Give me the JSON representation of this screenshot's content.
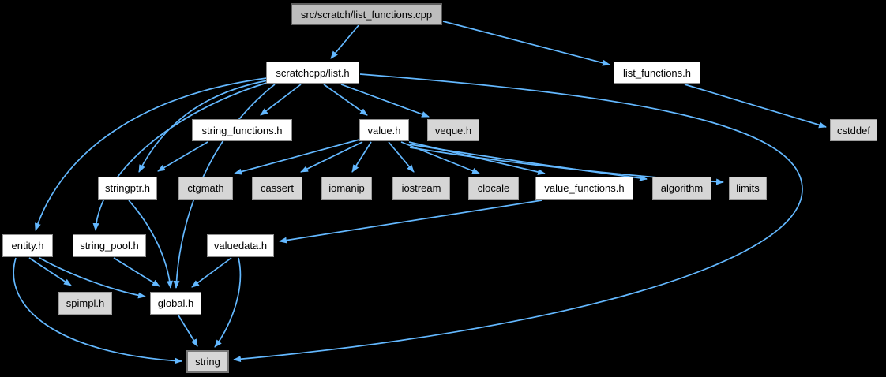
{
  "diagram": {
    "kind": "include-dependency-graph",
    "background_color": "#000000",
    "edge_color": "#63b8ff",
    "node_styles": {
      "root": {
        "fill": "#bdbdbd",
        "border": "#5e5e5e",
        "text": "#000000"
      },
      "internal": {
        "fill": "#ffffff",
        "border": "#8f8f8f",
        "text": "#000000"
      },
      "external": {
        "fill": "#d6d6d6",
        "border": "#9c9c9c",
        "text": "#000000"
      }
    },
    "nodes": [
      {
        "id": "cpp",
        "label": "src/scratch/list_functions.cpp",
        "type": "root"
      },
      {
        "id": "list_h",
        "label": "scratchcpp/list.h",
        "type": "internal"
      },
      {
        "id": "list_functions_h",
        "label": "list_functions.h",
        "type": "internal"
      },
      {
        "id": "cstddef",
        "label": "cstddef",
        "type": "external"
      },
      {
        "id": "string_functions_h",
        "label": "string_functions.h",
        "type": "internal"
      },
      {
        "id": "value_h",
        "label": "value.h",
        "type": "internal"
      },
      {
        "id": "veque_h",
        "label": "veque.h",
        "type": "external"
      },
      {
        "id": "stringptr_h",
        "label": "stringptr.h",
        "type": "internal"
      },
      {
        "id": "ctgmath",
        "label": "ctgmath",
        "type": "external"
      },
      {
        "id": "cassert",
        "label": "cassert",
        "type": "external"
      },
      {
        "id": "iomanip",
        "label": "iomanip",
        "type": "external"
      },
      {
        "id": "iostream",
        "label": "iostream",
        "type": "external"
      },
      {
        "id": "clocale",
        "label": "clocale",
        "type": "external"
      },
      {
        "id": "value_functions_h",
        "label": "value_functions.h",
        "type": "internal"
      },
      {
        "id": "algorithm",
        "label": "algorithm",
        "type": "external"
      },
      {
        "id": "limits",
        "label": "limits",
        "type": "external"
      },
      {
        "id": "entity_h",
        "label": "entity.h",
        "type": "internal"
      },
      {
        "id": "string_pool_h",
        "label": "string_pool.h",
        "type": "internal"
      },
      {
        "id": "valuedata_h",
        "label": "valuedata.h",
        "type": "internal"
      },
      {
        "id": "spimpl_h",
        "label": "spimpl.h",
        "type": "external"
      },
      {
        "id": "global_h",
        "label": "global.h",
        "type": "internal"
      },
      {
        "id": "string",
        "label": "string",
        "type": "external"
      }
    ],
    "edges": [
      {
        "from": "cpp",
        "to": "list_h"
      },
      {
        "from": "cpp",
        "to": "list_functions_h"
      },
      {
        "from": "list_functions_h",
        "to": "cstddef"
      },
      {
        "from": "list_h",
        "to": "string_functions_h"
      },
      {
        "from": "list_h",
        "to": "value_h"
      },
      {
        "from": "list_h",
        "to": "veque_h"
      },
      {
        "from": "list_h",
        "to": "stringptr_h"
      },
      {
        "from": "list_h",
        "to": "entity_h"
      },
      {
        "from": "list_h",
        "to": "string_pool_h"
      },
      {
        "from": "list_h",
        "to": "global_h"
      },
      {
        "from": "list_h",
        "to": "string"
      },
      {
        "from": "string_functions_h",
        "to": "stringptr_h"
      },
      {
        "from": "value_h",
        "to": "ctgmath"
      },
      {
        "from": "value_h",
        "to": "cassert"
      },
      {
        "from": "value_h",
        "to": "iomanip"
      },
      {
        "from": "value_h",
        "to": "iostream"
      },
      {
        "from": "value_h",
        "to": "clocale"
      },
      {
        "from": "value_h",
        "to": "value_functions_h"
      },
      {
        "from": "value_h",
        "to": "algorithm"
      },
      {
        "from": "value_h",
        "to": "limits"
      },
      {
        "from": "value_functions_h",
        "to": "valuedata_h"
      },
      {
        "from": "valuedata_h",
        "to": "global_h"
      },
      {
        "from": "valuedata_h",
        "to": "string"
      },
      {
        "from": "stringptr_h",
        "to": "global_h"
      },
      {
        "from": "string_pool_h",
        "to": "global_h"
      },
      {
        "from": "entity_h",
        "to": "global_h"
      },
      {
        "from": "entity_h",
        "to": "spimpl_h"
      },
      {
        "from": "entity_h",
        "to": "string"
      },
      {
        "from": "global_h",
        "to": "string"
      }
    ]
  }
}
